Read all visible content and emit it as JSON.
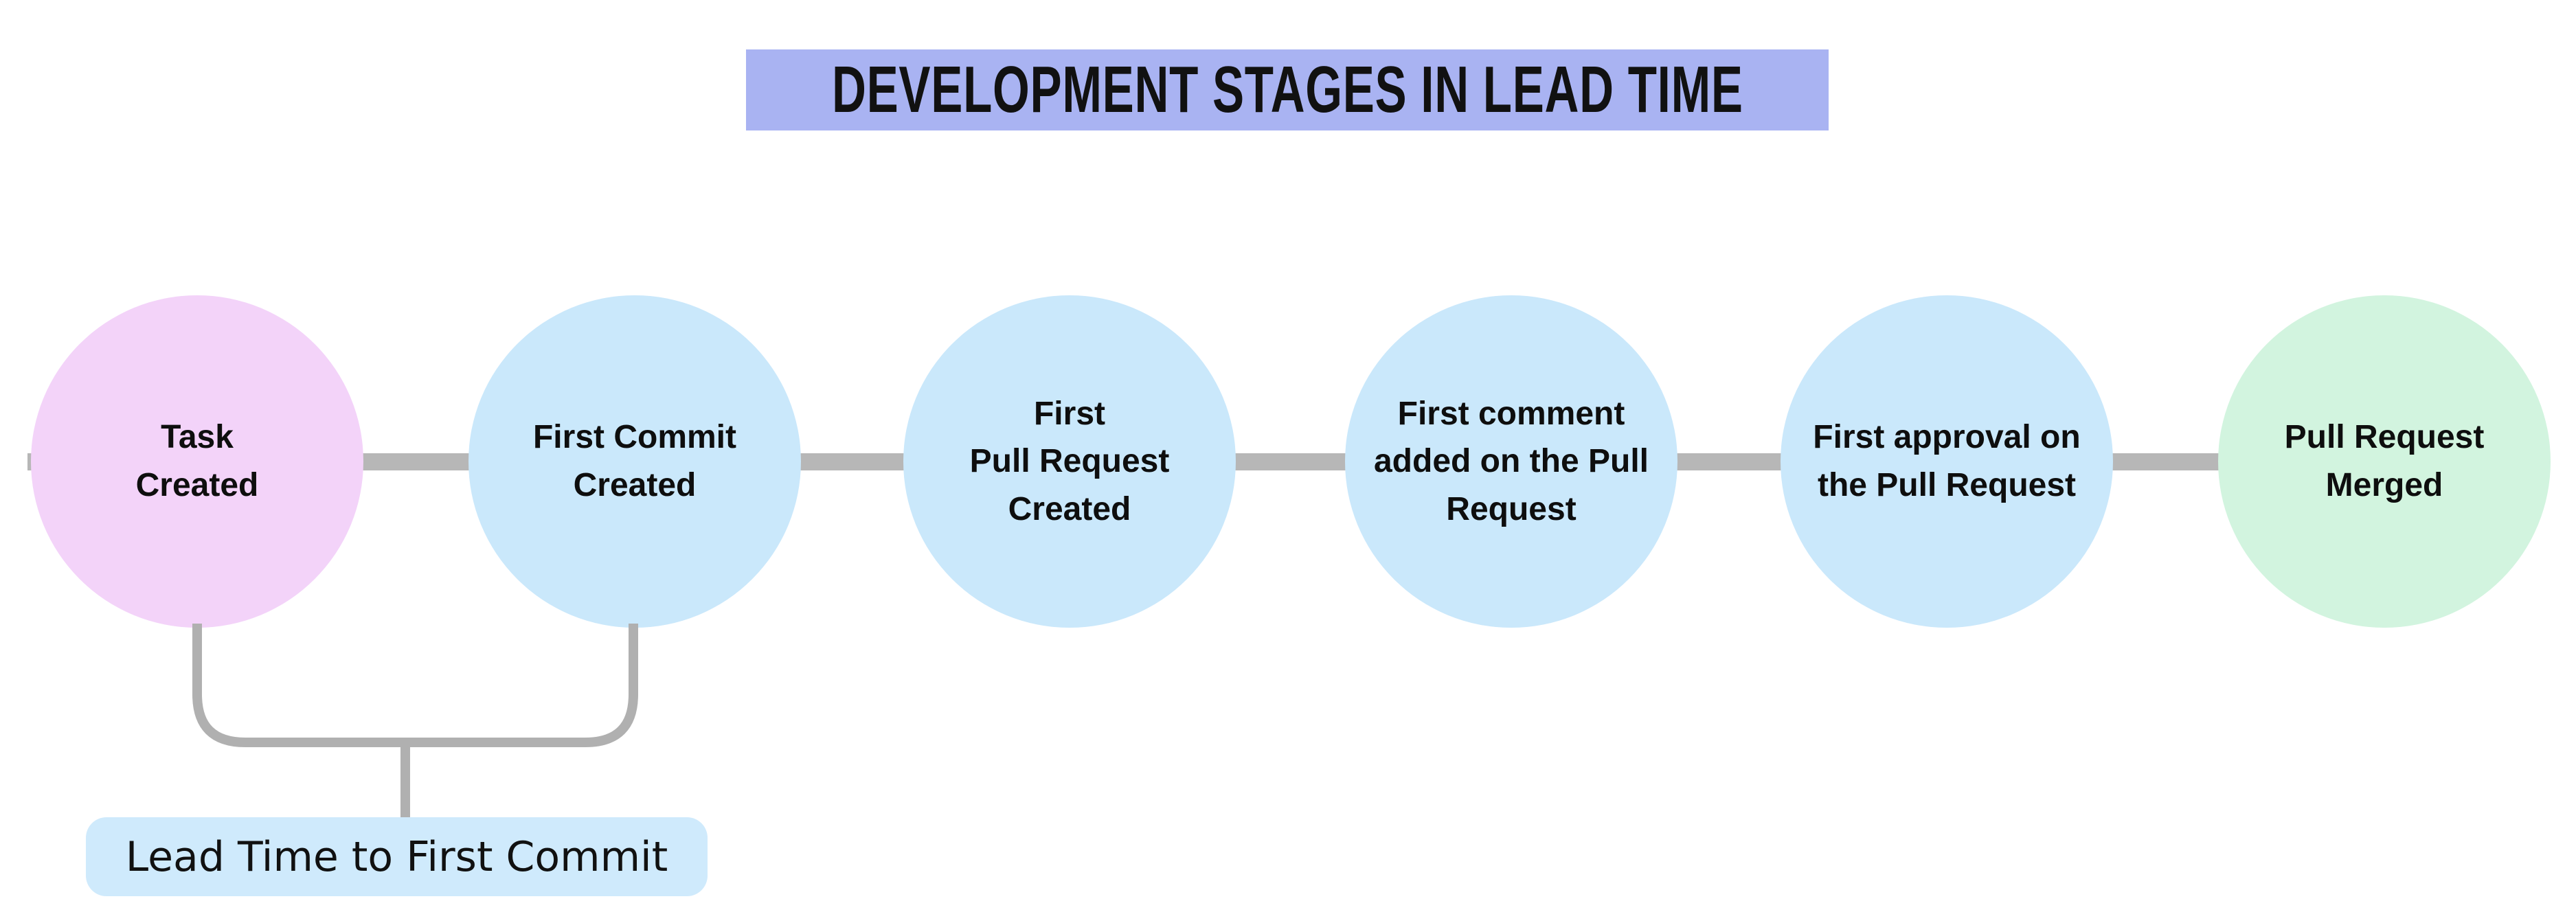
{
  "title": {
    "text": "DEVELOPMENT STAGES IN LEAD TIME",
    "bg": "#a9b3f2"
  },
  "stages": [
    {
      "label": "Task\nCreated",
      "color": "#f3d3f9"
    },
    {
      "label": "First Commit\nCreated",
      "color": "#cae8fb"
    },
    {
      "label": "First\nPull Request\nCreated",
      "color": "#cae8fb"
    },
    {
      "label": "First comment\nadded on the Pull\nRequest",
      "color": "#cae8fb"
    },
    {
      "label": "First approval on\nthe Pull Request",
      "color": "#cae8fb"
    },
    {
      "label": "Pull Request\nMerged",
      "color": "#d2f4df"
    }
  ],
  "annotation": {
    "label": "Lead Time to First Commit",
    "bg": "#cfeafc"
  },
  "colors": {
    "connector": "#b7b7b7",
    "bracket": "#b0b0b0"
  }
}
